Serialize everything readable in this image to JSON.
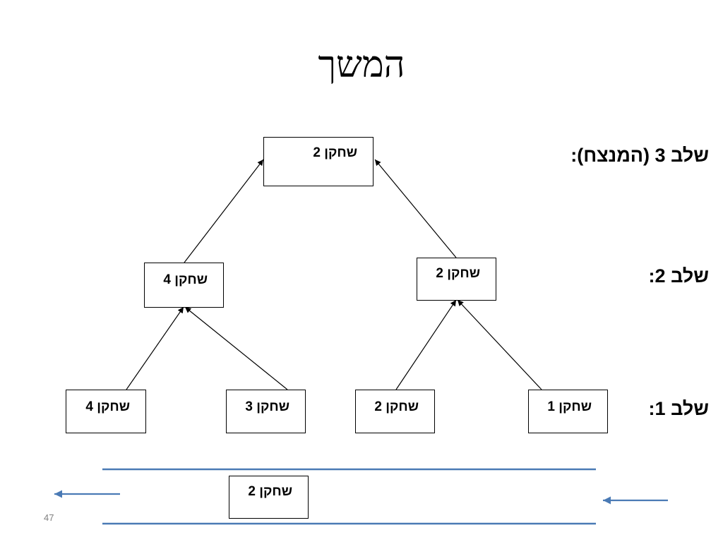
{
  "title": "המשך",
  "stages": {
    "stage3": "שלב 3 (המנצח):",
    "stage2": "שלב 2:",
    "stage1": "שלב 1:"
  },
  "tree": {
    "final": "שחקן 2",
    "semi_left": "שחקן 4",
    "semi_right": "שחקן 2",
    "r1_a": "שחקן 4",
    "r1_b": "שחקן 3",
    "r1_c": "שחקן 2",
    "r1_d": "שחקן 1"
  },
  "bottom_player": "שחקן 2",
  "page_number": "47",
  "colors": {
    "line": "#000000",
    "accent_blue": "#4a7ab5"
  }
}
